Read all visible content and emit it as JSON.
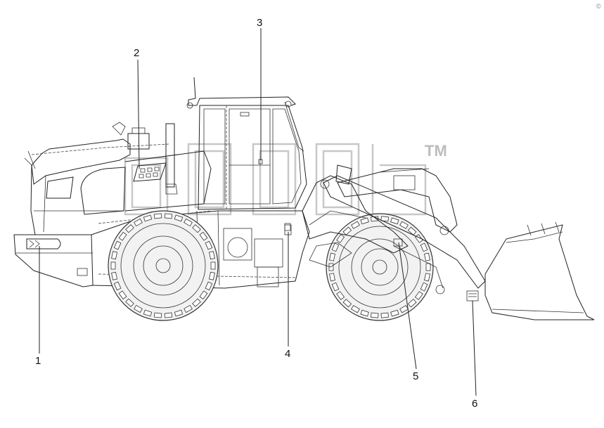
{
  "diagram": {
    "callouts": [
      {
        "id": "1",
        "label": "1"
      },
      {
        "id": "2",
        "label": "2"
      },
      {
        "id": "3",
        "label": "3"
      },
      {
        "id": "4",
        "label": "4"
      },
      {
        "id": "5",
        "label": "5"
      },
      {
        "id": "6",
        "label": "6"
      }
    ],
    "watermark": {
      "trademark": "TM"
    },
    "corner_mark": "©"
  }
}
